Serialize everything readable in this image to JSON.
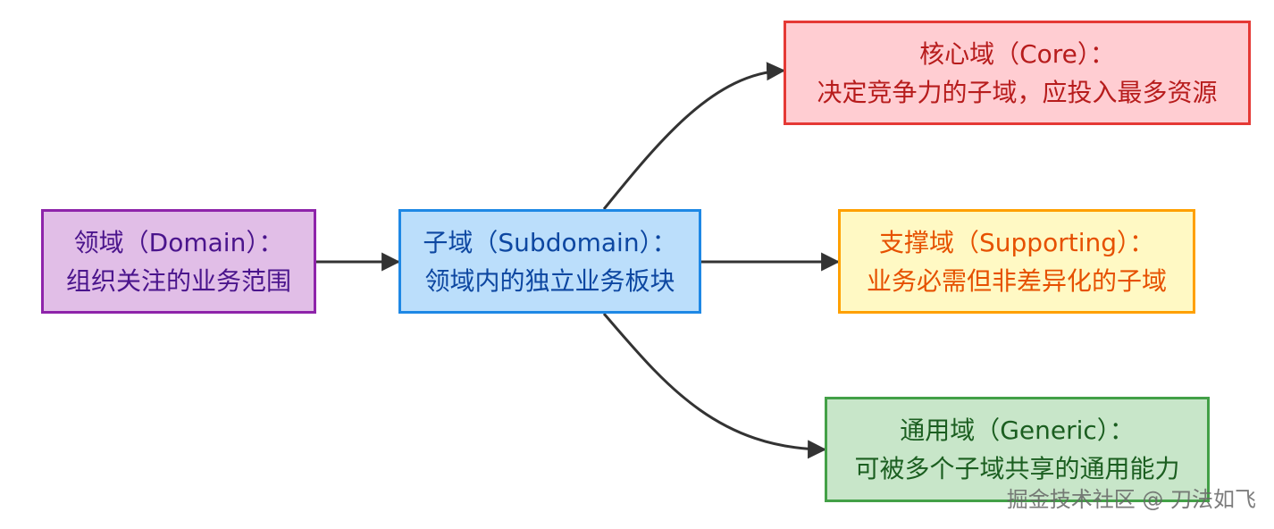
{
  "diagram": {
    "nodes": {
      "domain": {
        "title": "领域（Domain）：",
        "description": "组织关注的业务范围",
        "fill": "#e1bee7",
        "border": "#8e24aa",
        "text_color": "#4a148c"
      },
      "subdomain": {
        "title": "子域（Subdomain）：",
        "description": "领域内的独立业务板块",
        "fill": "#bbdefb",
        "border": "#1e88e5",
        "text_color": "#0d47a1"
      },
      "core": {
        "title": "核心域（Core）：",
        "description": "决定竞争力的子域，应投入最多资源",
        "fill": "#ffcdd2",
        "border": "#e53935",
        "text_color": "#b71c1c"
      },
      "supporting": {
        "title": "支撑域（Supporting）：",
        "description": "业务必需但非差异化的子域",
        "fill": "#fff9c4",
        "border": "#ffa000",
        "text_color": "#e65100"
      },
      "generic": {
        "title": "通用域（Generic）：",
        "description": "可被多个子域共享的通用能力",
        "fill": "#c8e6c9",
        "border": "#43a047",
        "text_color": "#1b5e20"
      }
    },
    "edges": [
      {
        "from": "domain",
        "to": "subdomain"
      },
      {
        "from": "subdomain",
        "to": "core"
      },
      {
        "from": "subdomain",
        "to": "supporting"
      },
      {
        "from": "subdomain",
        "to": "generic"
      }
    ],
    "edge_color": "#333333"
  },
  "watermark": "掘金技术社区 @ 刀法如飞"
}
